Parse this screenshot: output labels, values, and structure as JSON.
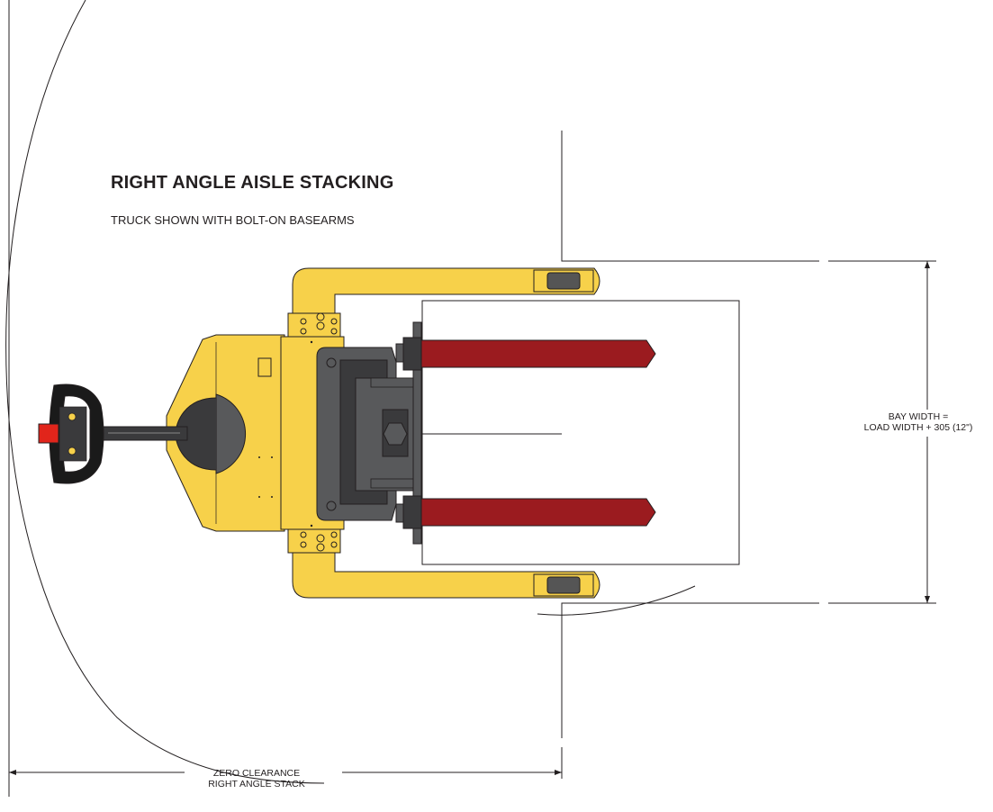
{
  "title": "RIGHT ANGLE AISLE STACKING",
  "subtitle": "TRUCK SHOWN WITH BOLT-ON BASEARMS",
  "dimensions": {
    "bay_width_line1": "BAY WIDTH =",
    "bay_width_line2": "LOAD WIDTH + 305 (12\")",
    "zero_clearance_line1": "ZERO CLEARANCE",
    "zero_clearance_line2": "RIGHT ANGLE STACK"
  },
  "colors": {
    "truck_body": "#f7d14a",
    "truck_outline": "#231f20",
    "forks": "#9b1b1f",
    "carriage": "#58595b",
    "handle_button": "#e1251b",
    "handle": "#1a1a1a",
    "wheels": "#555555"
  }
}
